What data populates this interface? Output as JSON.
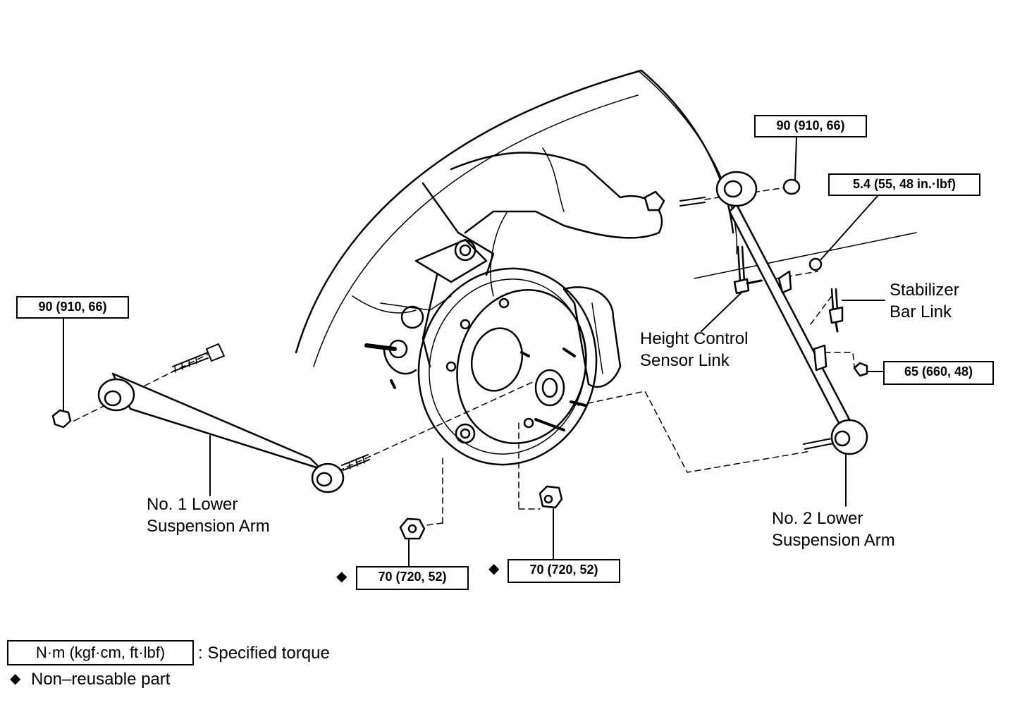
{
  "labels": {
    "no1_arm": [
      "No. 1 Lower",
      "Suspension Arm"
    ],
    "no2_arm": [
      "No. 2 Lower",
      "Suspension Arm"
    ],
    "height_sensor": [
      "Height Control",
      "Sensor Link"
    ],
    "stabilizer": [
      "Stabilizer",
      "Bar Link"
    ]
  },
  "torques": {
    "no1_arm_nut": "90 (910, 66)",
    "no2_arm_top_nut": "90 (910, 66)",
    "height_sensor_nut": "5.4 (55, 48 in.·lbf)",
    "stabilizer_nut": "65 (660, 48)",
    "knuckle_nut_left": "70 (720, 52)",
    "knuckle_nut_right": "70 (720, 52)"
  },
  "legend": {
    "torque_units": "N·m (kgf·cm, ft·lbf)",
    "torque_desc": ": Specified torque",
    "nonreusable_symbol": "◆",
    "nonreusable_desc": "Non–reusable part"
  }
}
